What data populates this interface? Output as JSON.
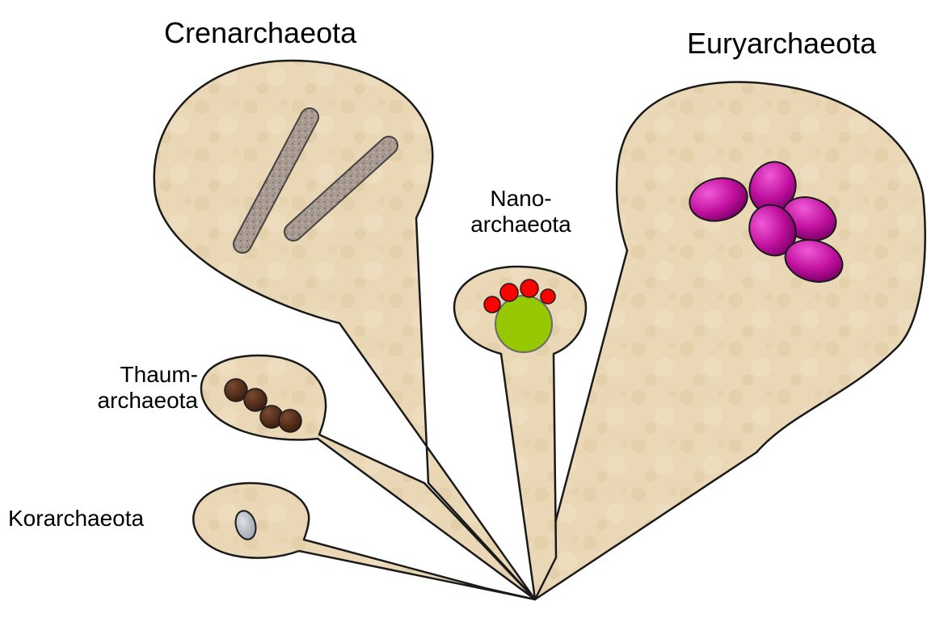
{
  "labels": {
    "crenarchaeota": "Crenarchaeota",
    "euryarchaeota": "Euryarchaeota",
    "nanoarchaeota_line1": "Nano-",
    "nanoarchaeota_line2": "archaeota",
    "thaumarchaeota_line1": "Thaum-",
    "thaumarchaeota_line2": "archaeota",
    "korarchaeota": "Korarchaeota"
  },
  "colors": {
    "balloon_fill": "#e8d6b3",
    "balloon_stroke": "#1a1a1a",
    "rod_cells": "#a89a90",
    "euryarchaeota_cells": "#c0109e",
    "nanoarchaeota_host": "#95c800",
    "nanoarchaeota_symbionts": "#ff0000",
    "thaumarchaeota_cells": "#4a2412",
    "korarchaeota_cell": "#b8bec6"
  }
}
